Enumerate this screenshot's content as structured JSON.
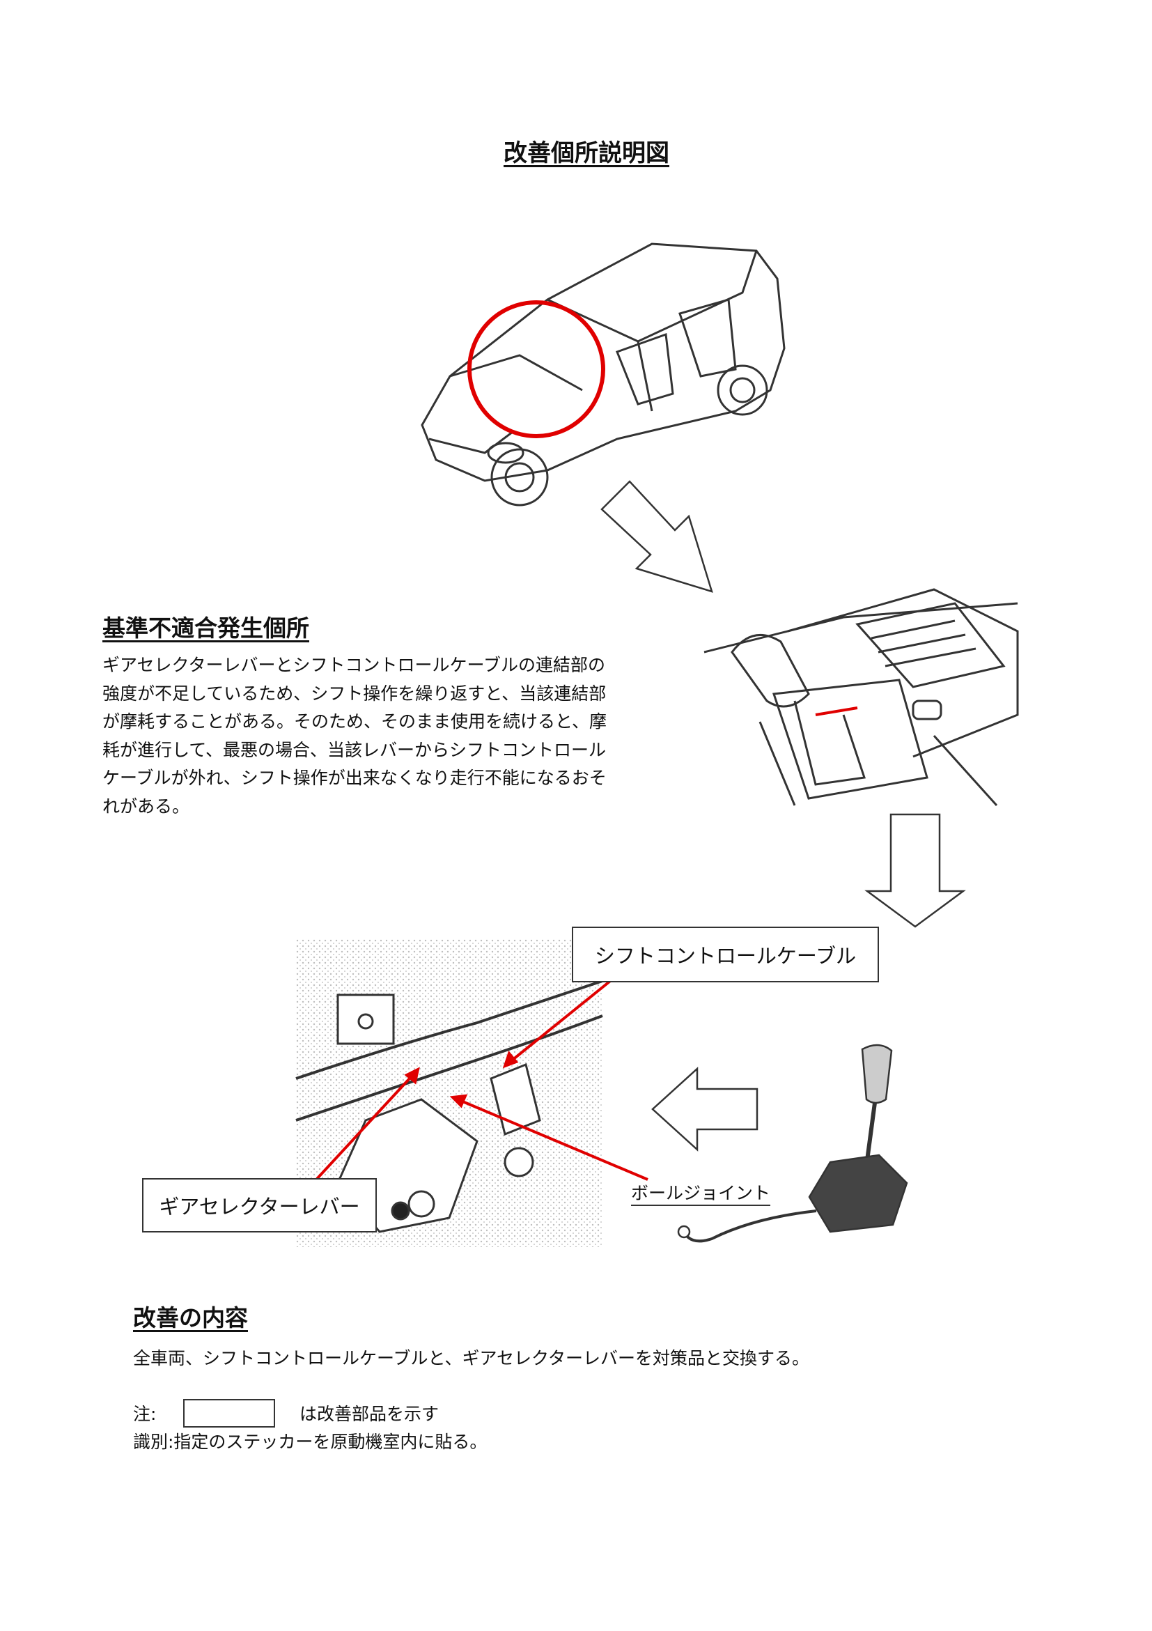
{
  "title": "改善個所説明図",
  "defect_section": {
    "heading": "基準不適合発生個所",
    "lines": [
      "ギアセレクターレバーとシフトコントロールケーブルの連結部の",
      "強度が不足しているため、シフト操作を繰り返すと、当該連結部",
      "が摩耗することがある。そのため、そのまま使用を続けると、摩",
      "耗が進行して、最悪の場合、当該レバーからシフトコントロール",
      "ケーブルが外れ、シフト操作が出来なくなり走行不能になるおそ",
      "れがある。"
    ]
  },
  "callouts": {
    "shift_cable": "シフトコントロールケーブル",
    "gear_lever": "ギアセレクターレバー",
    "ball_joint": "ボールジョイント"
  },
  "improvement_section": {
    "heading": "改善の内容",
    "text": "全車両、シフトコントロールケーブルと、ギアセレクターレバーを対策品と交換する。",
    "note_label": "注:",
    "note_text": "は改善部品を示す",
    "identification": "識別:指定のステッカーを原動機室内に貼る。"
  },
  "colors": {
    "highlight": "#e00000",
    "line": "#333333"
  }
}
